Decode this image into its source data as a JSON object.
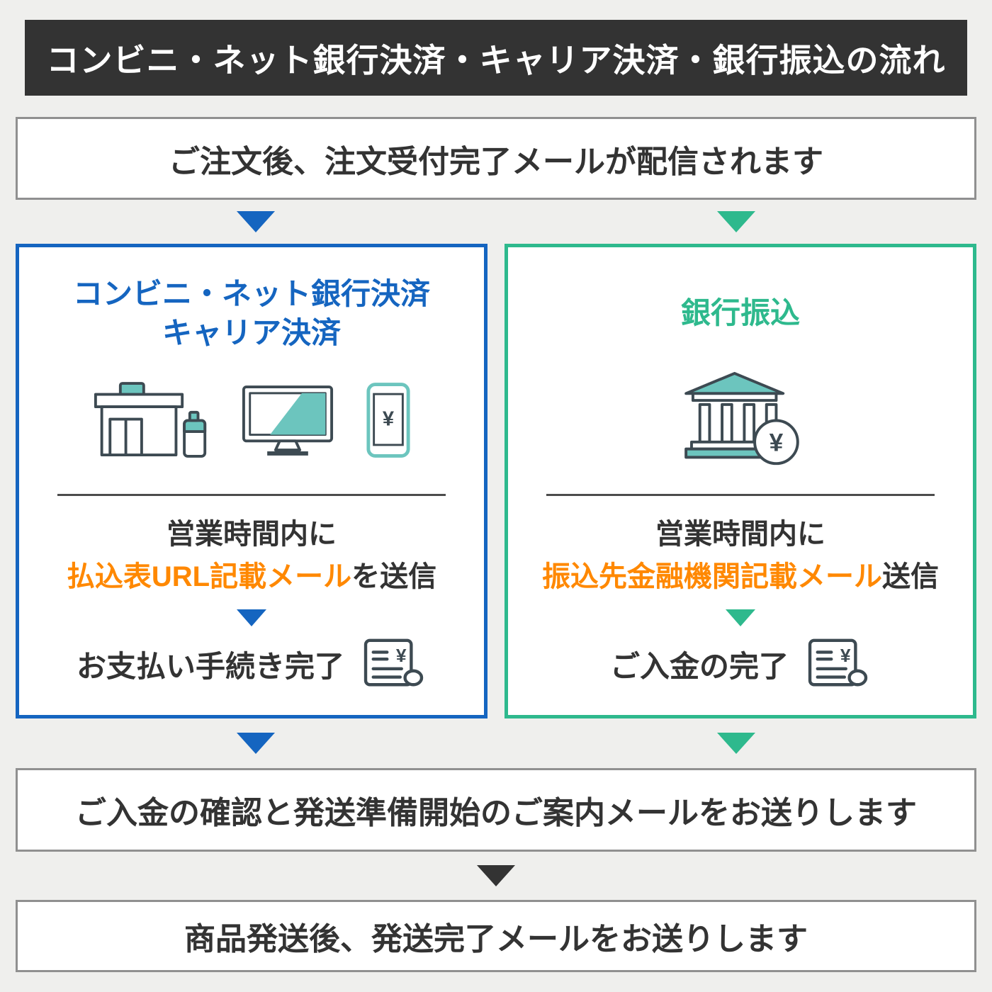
{
  "colors": {
    "background": "#efefed",
    "header_bg": "#333333",
    "blue": "#1565c0",
    "green": "#2eb98d",
    "orange": "#ff8800",
    "box_border": "#909090",
    "icon_teal": "#6cc5be",
    "icon_stroke": "#3d4a52"
  },
  "header": {
    "title": "コンビニ・ネット銀行決済・キャリア決済・銀行振込の流れ"
  },
  "flow": {
    "order_step": "ご注文後、注文受付完了メールが配信されます",
    "confirm_step": "ご入金の確認と発送準備開始のご案内メールをお送りします",
    "ship_step": "商品発送後、発送完了メールをお送りします"
  },
  "left_panel": {
    "title_line1": "コンビニ・ネット銀行決済",
    "title_line2": "キャリア決済",
    "icons": [
      "convenience-store-icon",
      "computer-icon",
      "smartphone-icon"
    ],
    "notice_line1": "営業時間内に",
    "notice_highlight": "払込表URL記載メール",
    "notice_suffix": "を送信",
    "complete_label": "お支払い手続き完了",
    "complete_icon": "receipt-icon"
  },
  "right_panel": {
    "title": "銀行振込",
    "icons": [
      "bank-icon"
    ],
    "notice_line1": "営業時間内に",
    "notice_highlight": "振込先金融機関記載メール",
    "notice_suffix": "送信",
    "complete_label": "ご入金の完了",
    "complete_icon": "receipt-icon"
  },
  "symbols": {
    "yen": "¥"
  }
}
